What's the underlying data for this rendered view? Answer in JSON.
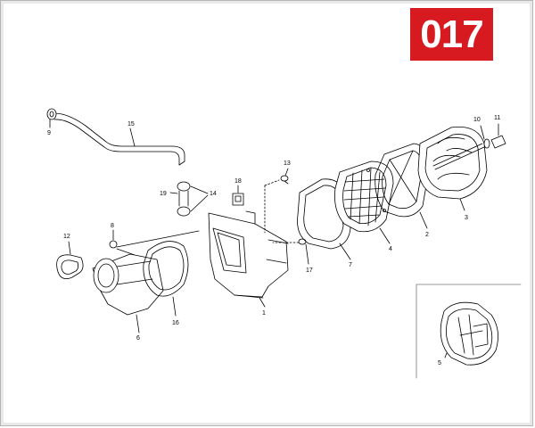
{
  "page_number": "017",
  "callouts": {
    "p1": "1",
    "p2": "2",
    "p3": "3",
    "p4": "4",
    "p5": "5",
    "p6": "6",
    "p7": "7",
    "p8": "8",
    "p9": "9",
    "p10": "10",
    "p11": "11",
    "p12": "12",
    "p13": "13",
    "p14": "14",
    "p15": "15",
    "p16": "16",
    "p17": "17",
    "p18": "18",
    "p19": "19"
  },
  "colors": {
    "badge": "#d71920",
    "line": "#000000",
    "frame": "#b5b5b5"
  }
}
